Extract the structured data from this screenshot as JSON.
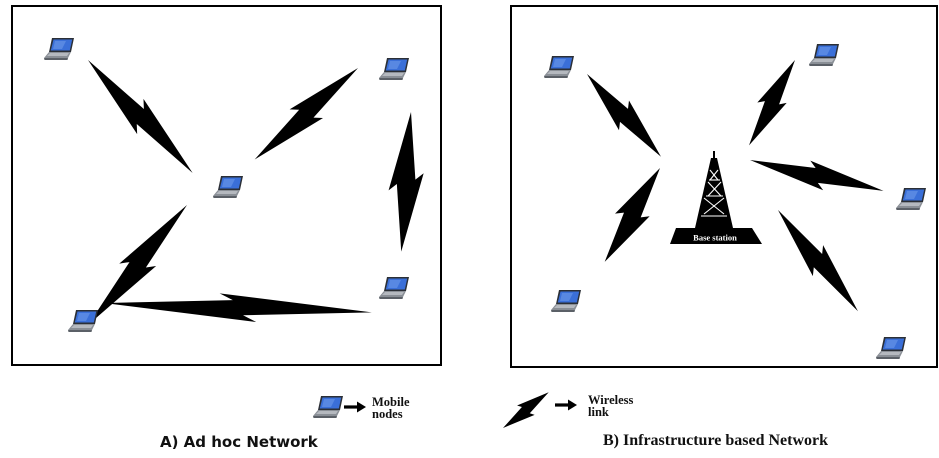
{
  "panels": {
    "adhoc": {
      "caption": "A) Ad hoc Network"
    },
    "infrastructure": {
      "caption": "B) Infrastructure based Network",
      "base_station_label": "Base station"
    }
  },
  "legend": {
    "nodes_label_line1": "Mobile",
    "nodes_label_line2": "nodes",
    "link_label_line1": "Wireless",
    "link_label_line2": "link"
  },
  "icons": {
    "mobile_node": "laptop-icon",
    "wireless_link": "lightning-bolt-icon",
    "base_station": "radio-tower-icon",
    "legend_arrow": "arrow-right-icon"
  },
  "colors": {
    "laptop_screen": "#3a6fd8",
    "laptop_body": "#7b8088",
    "bolt": "#000000",
    "frame": "#000000"
  }
}
